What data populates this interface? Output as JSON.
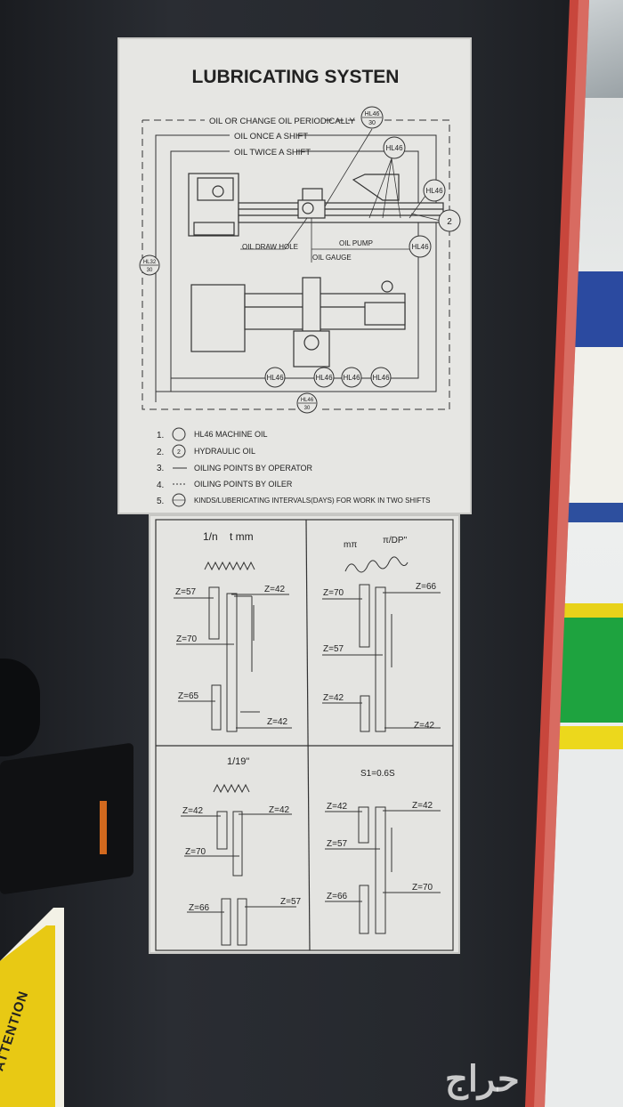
{
  "lubrication_label": {
    "title": "LUBRICATING SYSTEN",
    "schedule": {
      "periodic": "OIL OR CHANGE OIL PERIODICALLY",
      "once": "OIL ONCE A SHIFT",
      "twice": "OIL TWICE A SHIFT"
    },
    "callouts": {
      "oil_draw_hole": "OIL DRAW HOLE",
      "oil_pump": "OIL PUMP",
      "oil_gauge": "OIL GAUGE"
    },
    "badges": {
      "hl46": "HL46",
      "hl32": "HL32",
      "interval_30": "30",
      "hydraulic": "2"
    },
    "legend": [
      {
        "num": "1.",
        "text": "HL46  MACHINE  OIL"
      },
      {
        "num": "2.",
        "text": "HYDRAULIC  OIL"
      },
      {
        "num": "3.",
        "text": "OILING  POINTS  BY  OPERATOR"
      },
      {
        "num": "4.",
        "text": "OILING  POINTS  BY  OILER"
      },
      {
        "num": "5.",
        "text": "KINDS/LUBERICATING  INTERVALS(DAYS)  FOR  WORK  IN  TWO  SHIFTS"
      }
    ]
  },
  "gear_label": {
    "panels": [
      {
        "header_a": "1/n",
        "header_b": "t mm",
        "labels": [
          "Z=57",
          "Z=42",
          "Z=70",
          "Z=65",
          "Z=42"
        ]
      },
      {
        "header_a": "mπ",
        "header_b": "π/DP\"",
        "labels": [
          "Z=70",
          "Z=66",
          "Z=57",
          "Z=42",
          "Z=42"
        ]
      },
      {
        "header_a": "1/19\"",
        "header_b": "",
        "labels": [
          "Z=42",
          "Z=42",
          "Z=70",
          "Z=66",
          "Z=57"
        ]
      },
      {
        "header_a": "S1=0.6S",
        "header_b": "",
        "labels": [
          "Z=42",
          "Z=42",
          "Z=57",
          "Z=66",
          "Z=70"
        ]
      }
    ]
  },
  "attention_sticker": "ATTENTION",
  "watermark": "حراج",
  "colors": {
    "panel": "#25282d",
    "label": "#e6e6e3",
    "red_trim": "#c8463c",
    "floor_green": "#1ea33f",
    "floor_yellow": "#e8d21a"
  }
}
